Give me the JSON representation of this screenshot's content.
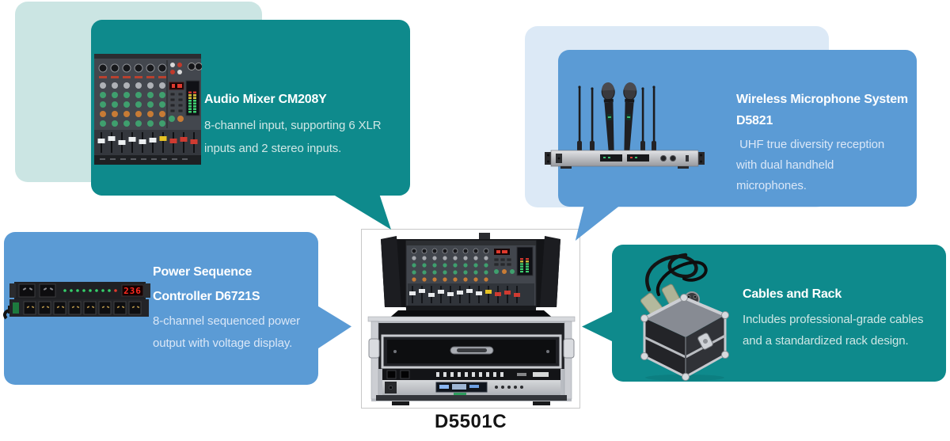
{
  "diagram": {
    "center_product": {
      "model": "D5501C",
      "image": "rack-system-photo"
    },
    "callouts": [
      {
        "id": "audio-mixer",
        "style": "teal",
        "position": "top-left",
        "title_lines": [
          "Audio Mixer CM208Y"
        ],
        "body_lines": [
          "8-channel input, supporting 6 XLR",
          "inputs and 2 stereo inputs."
        ],
        "image": "audio-mixer-image"
      },
      {
        "id": "wireless-mic",
        "style": "blue",
        "position": "top-right",
        "title_lines": [
          "Wireless Microphone System",
          "D5821"
        ],
        "body_lines": [
          " UHF true diversity reception",
          "with dual handheld",
          "microphones."
        ],
        "image": "wireless-mic-image"
      },
      {
        "id": "power-controller",
        "style": "blue",
        "position": "bottom-left",
        "title_lines": [
          "Power Sequence",
          "Controller D6721S"
        ],
        "body_lines": [
          "8-channel sequenced power",
          "output with voltage display."
        ],
        "voltage_display": "236",
        "image": "power-controller-image"
      },
      {
        "id": "cables-rack",
        "style": "teal",
        "position": "bottom-right",
        "title_lines": [
          "Cables and Rack"
        ],
        "body_lines": [
          "Includes professional-grade cables",
          "and a standardized rack design."
        ],
        "image": "cables-rack-image"
      }
    ],
    "colors": {
      "teal": "#0e8a8c",
      "teal_light": "#cbe5e3",
      "blue": "#5b9bd5",
      "blue_light": "#dce9f6",
      "title_text": "#ffffff",
      "teal_body_text": "#cfe7e5",
      "blue_body_text": "#dae7f7",
      "label_text": "#141414"
    }
  }
}
